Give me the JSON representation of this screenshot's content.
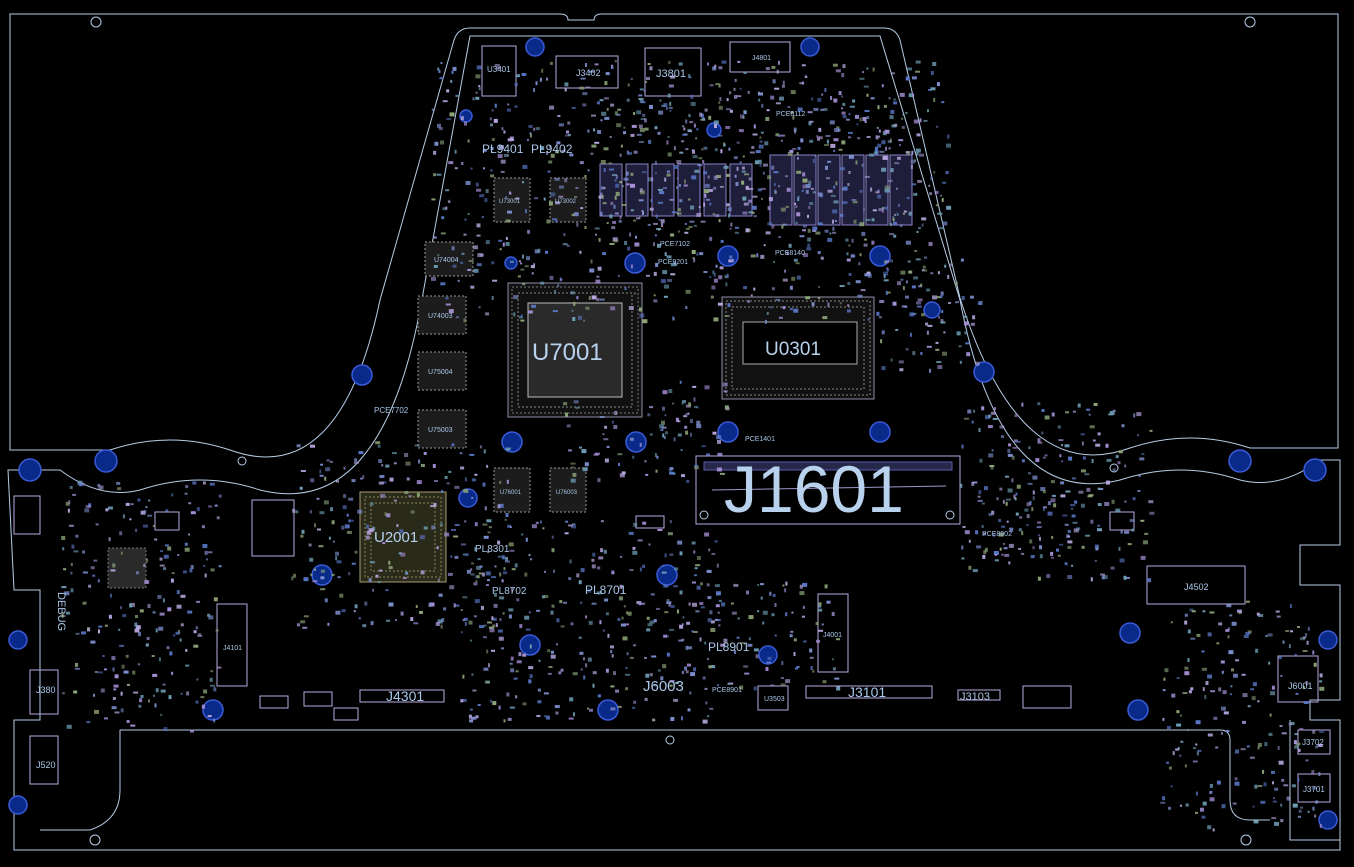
{
  "colors": {
    "background": "#000000",
    "outline": "#b6cde6",
    "label": "#a9c7e8",
    "component": "#b8a7e0",
    "pad": "#7d8fd0",
    "mount_hole": "#0a2a8a"
  },
  "components": {
    "U3401": "U3401",
    "J3402": "J3402",
    "J3801": "J3801",
    "J4801": "J4801",
    "PL9401": "PL9401",
    "PL9402": "PL9402",
    "U7001": "U7001",
    "U0301": "U0301",
    "J1601": "J1601",
    "U2001": "U2001",
    "U74004": "U74004",
    "U74003": "U74003",
    "U75004": "U75004",
    "U75003": "U75003",
    "U73001": "U73001",
    "U73002": "U73002",
    "U76001": "U76001",
    "U76003": "U76003",
    "PL8301": "PL8301",
    "PL8702": "PL8702",
    "PL8701": "PL8701",
    "PL8901": "PL8901",
    "J6003": "J6003",
    "J4301": "J4301",
    "J3101": "J3101",
    "J3103": "J3103",
    "U3503": "U3503",
    "J4001": "J4001",
    "J4101": "J4101",
    "J4502": "J4502",
    "J3702": "J3702",
    "J3701": "J3701",
    "J6001": "J6001",
    "J3801b": "J380",
    "J5201": "J520",
    "DEBUG": "DEBUG",
    "PCE7702": "PCE7702",
    "PCE1401": "PCE1401",
    "PCE8902": "PCE8902",
    "PCE8901": "PCE8901",
    "PCE7102": "PCE7102",
    "PCE9201": "PCE9201",
    "PCE8140": "PCE8140",
    "PCE8112": "PCE8112"
  }
}
